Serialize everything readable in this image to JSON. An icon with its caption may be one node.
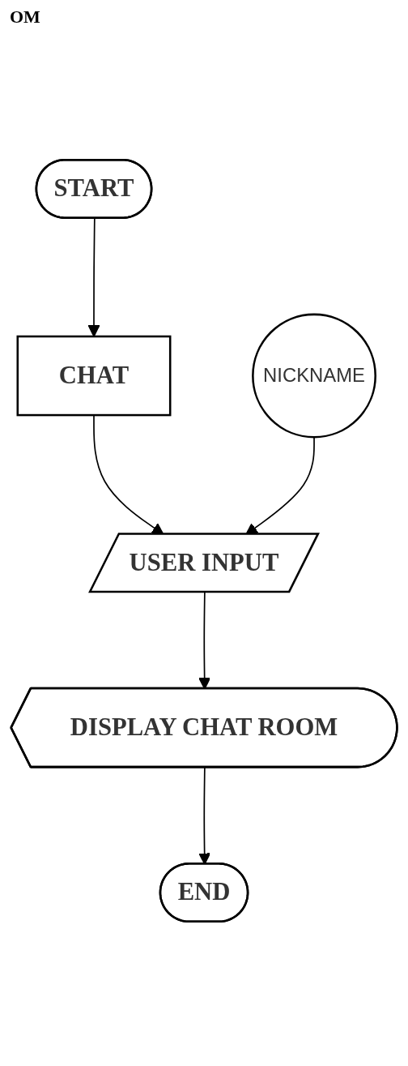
{
  "diagram": {
    "title": "OM",
    "nodes": [
      {
        "text": [
          "START"
        ]
      },
      {
        "text": [
          "CHAT"
        ]
      },
      {
        "text": [
          "NICKNAME"
        ]
      },
      {
        "text": [
          "USER INPUT"
        ]
      },
      {
        "text": [
          "DISPLAY CHAT ROOM"
        ]
      },
      {
        "text": [
          "END"
        ]
      }
    ],
    "edges": [
      {
        "from": 0,
        "to": 1,
        "arrow": "to"
      },
      {
        "from": 1,
        "to": 3,
        "arrow": "to"
      },
      {
        "from": 2,
        "to": 3,
        "arrow": "to"
      },
      {
        "from": 3,
        "to": 4,
        "arrow": "to"
      },
      {
        "from": 4,
        "to": 5,
        "arrow": "to"
      }
    ]
  }
}
